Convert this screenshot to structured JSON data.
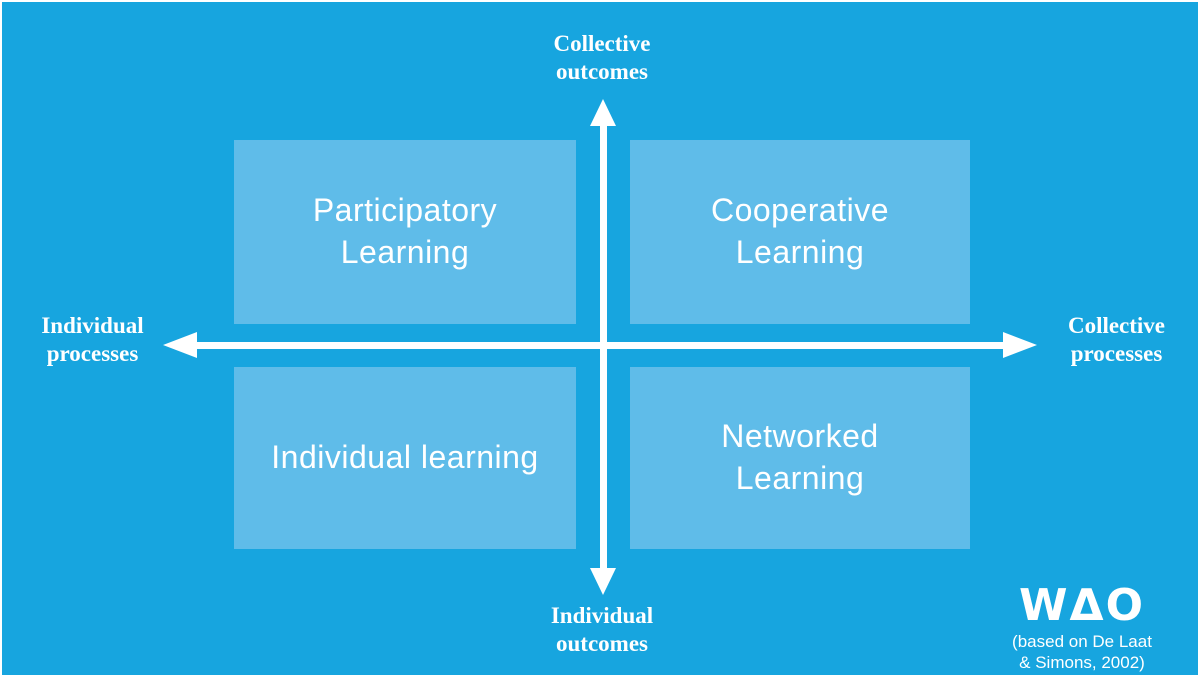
{
  "colors": {
    "background": "#17A5DF",
    "quadrant_fill": "#5FBCE9",
    "axis": "#FFFFFF",
    "frame": "#FFFFFF",
    "text": "#FFFFFF"
  },
  "axes": {
    "top": "Collective outcomes",
    "bottom": "Individual outcomes",
    "left": "Individual processes",
    "right": "Collective processes"
  },
  "quadrants": [
    {
      "position": "top-left",
      "label": "Participatory Learning"
    },
    {
      "position": "top-right",
      "label": "Cooperative Learning"
    },
    {
      "position": "bottom-left",
      "label": "Individual learning"
    },
    {
      "position": "bottom-right",
      "label": "Networked Learning"
    }
  ],
  "logo": {
    "text": "WΔO",
    "caption_lines": [
      "(based on De Laat",
      "& Simons, 2002)"
    ]
  }
}
